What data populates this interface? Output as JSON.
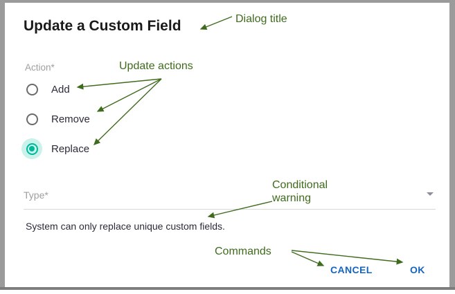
{
  "dialog": {
    "title": "Update a Custom Field",
    "action_group": {
      "label": "Action*",
      "options": [
        {
          "label": "Add",
          "selected": false
        },
        {
          "label": "Remove",
          "selected": false
        },
        {
          "label": "Replace",
          "selected": true
        }
      ]
    },
    "type_select": {
      "label": "Type*",
      "value": "",
      "caret_icon": "chevron-down-icon"
    },
    "warning": "System can only replace unique custom fields.",
    "commands": {
      "cancel": "CANCEL",
      "ok": "OK"
    }
  },
  "annotations": {
    "title": "Dialog title",
    "actions": "Update actions",
    "warning_line1": "Conditional",
    "warning_line2": "warning",
    "commands": "Commands"
  },
  "colors": {
    "accent_teal": "#00b89c",
    "accent_teal_halo": "#c9f2ea",
    "command_blue": "#1565c0",
    "annotation_green": "#3f6b1d",
    "label_grey": "#9e9e9e",
    "frame_grey": "#9b9b9b",
    "text_dark": "#2b2b3a"
  }
}
